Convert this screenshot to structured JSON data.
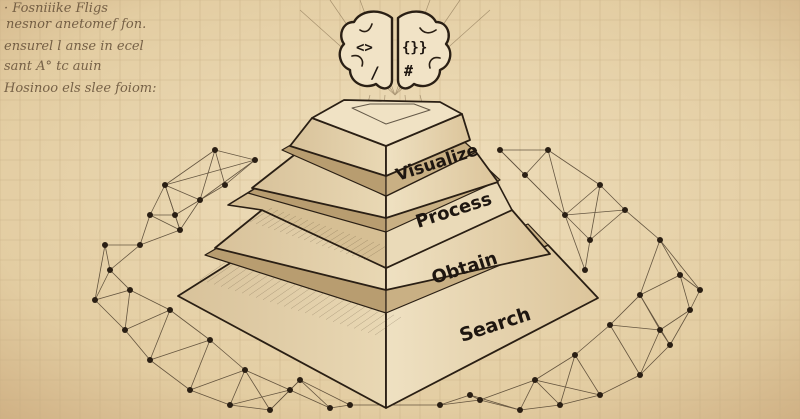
{
  "pyramid": {
    "tiers": [
      {
        "label": "Visualize"
      },
      {
        "label": "Process"
      },
      {
        "label": "Obtain"
      },
      {
        "label": "Search"
      }
    ]
  },
  "brain": {
    "icon": "brain-icon",
    "symbols": [
      "<>",
      "{}}",
      "/",
      "#"
    ]
  },
  "margin_notes": {
    "lines": [
      "· Fosniiike Fligs",
      "nesnor anetomef fon.",
      "ensurel l anse in ecel",
      "sant A° tc auin",
      "Hosinoo els slee foiom:"
    ]
  },
  "colors": {
    "paper": "#e8d5b0",
    "grid": "#c9b389",
    "ink": "#2a1f14",
    "faded_ink": "#5b4630"
  }
}
